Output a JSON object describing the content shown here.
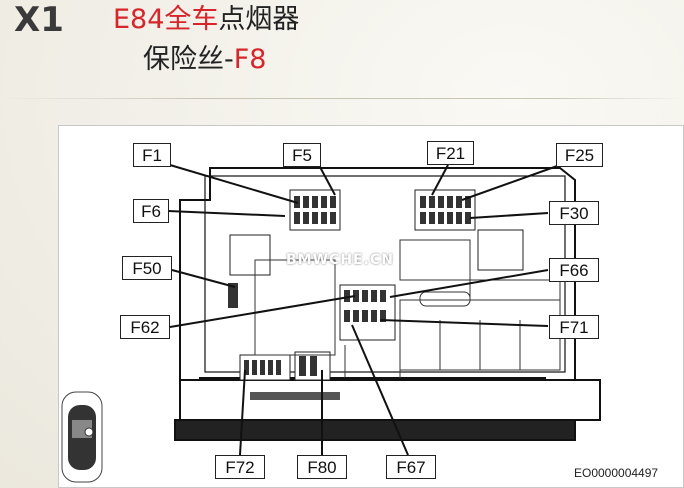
{
  "slide": {
    "label": "X1"
  },
  "title": {
    "line1_red": "E84全车",
    "line1_dark": "点烟器",
    "line2_dark": "保险丝-",
    "line2_red": "F8"
  },
  "fuse_labels": {
    "f1": "F1",
    "f5": "F5",
    "f21": "F21",
    "f25": "F25",
    "f6": "F6",
    "f30": "F30",
    "f50": "F50",
    "f66": "F66",
    "f62": "F62",
    "f71": "F71",
    "f72": "F72",
    "f80": "F80",
    "f67": "F67"
  },
  "watermark": "BMWCHE.CN",
  "doc_code": "EO0000004497",
  "colors": {
    "accent_red": "#d6262b",
    "text_dark": "#222222",
    "background": "#f3f1ea"
  }
}
